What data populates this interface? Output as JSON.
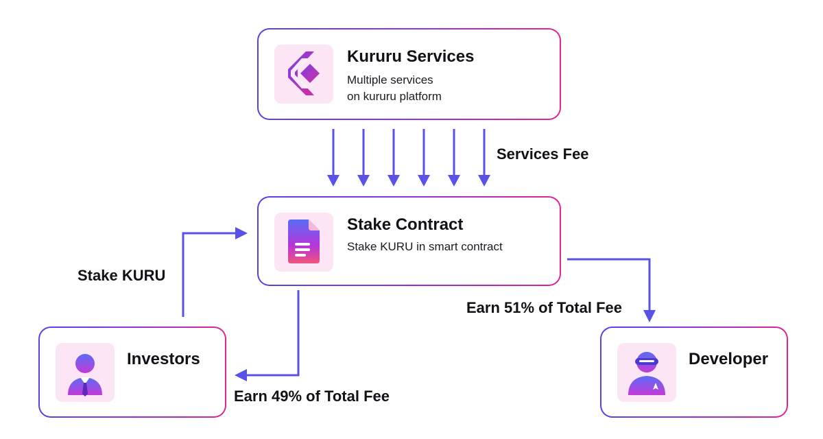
{
  "nodes": {
    "services": {
      "title": "Kururu Services",
      "line1": "Multiple services",
      "line2": "on kururu platform",
      "icon": "kururu-logo-icon"
    },
    "stake": {
      "title": "Stake Contract",
      "subtitle": "Stake KURU in smart contract",
      "icon": "document-icon"
    },
    "investors": {
      "title": "Investors",
      "icon": "investor-person-icon"
    },
    "developer": {
      "title": "Developer",
      "icon": "developer-person-icon"
    }
  },
  "edges": {
    "services_fee": "Services Fee",
    "stake_kuru": "Stake KURU",
    "earn_investors": "Earn 49% of Total Fee",
    "earn_developer": "Earn 51% of Total Fee"
  },
  "colors": {
    "arrow": "#5a52e8",
    "gradient_start": "#5b3fe6",
    "gradient_end": "#e2248f",
    "icon_tile": "#fce6f6"
  }
}
